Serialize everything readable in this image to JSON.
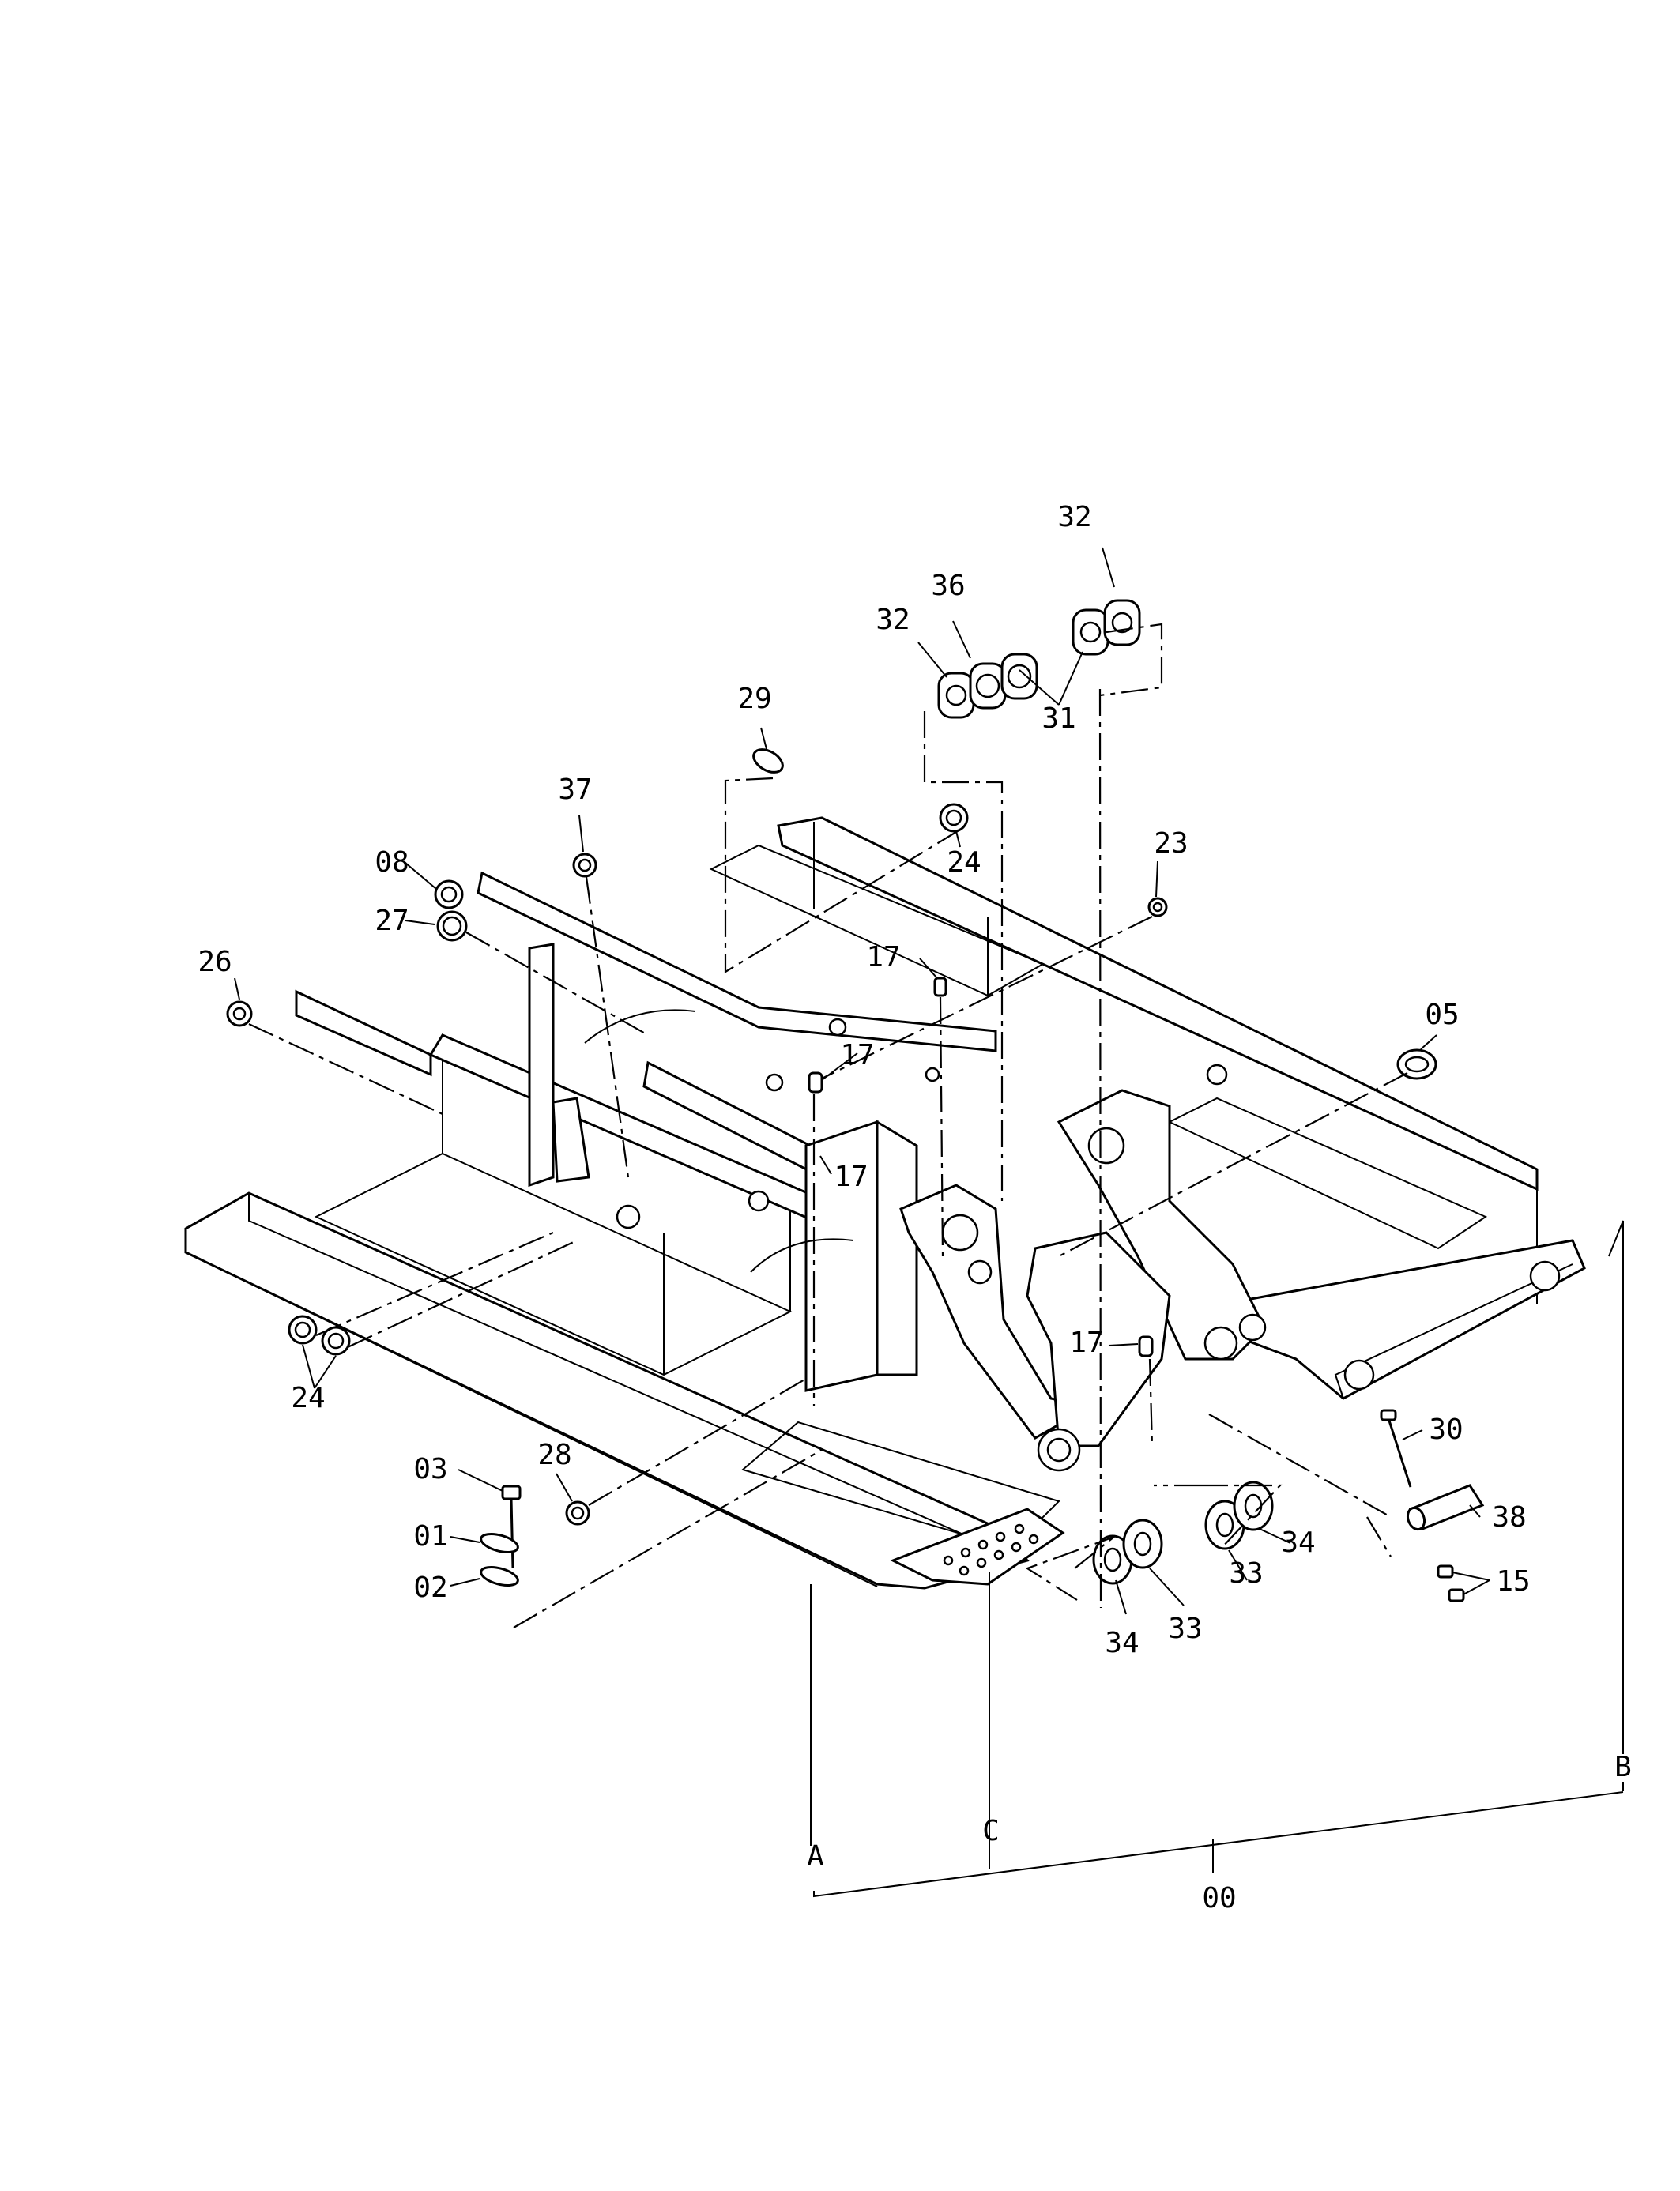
{
  "callouts": {
    "c32a": "32",
    "c36": "36",
    "c32b": "32",
    "c31": "31",
    "c29": "29",
    "c37": "37",
    "c24a": "24",
    "c23": "23",
    "c08": "08",
    "c27": "27",
    "c26": "26",
    "c17a": "17",
    "c17b": "17",
    "c17c": "17",
    "c17d": "17",
    "c05": "05",
    "c24b": "24",
    "c30": "30",
    "c38": "38",
    "c15": "15",
    "c28": "28",
    "c03": "03",
    "c01": "01",
    "c02": "02",
    "c34a": "34",
    "c33a": "33",
    "c33b": "33",
    "c34b": "34"
  },
  "assembly": {
    "A": "A",
    "B": "B",
    "C": "C",
    "main": "00"
  }
}
